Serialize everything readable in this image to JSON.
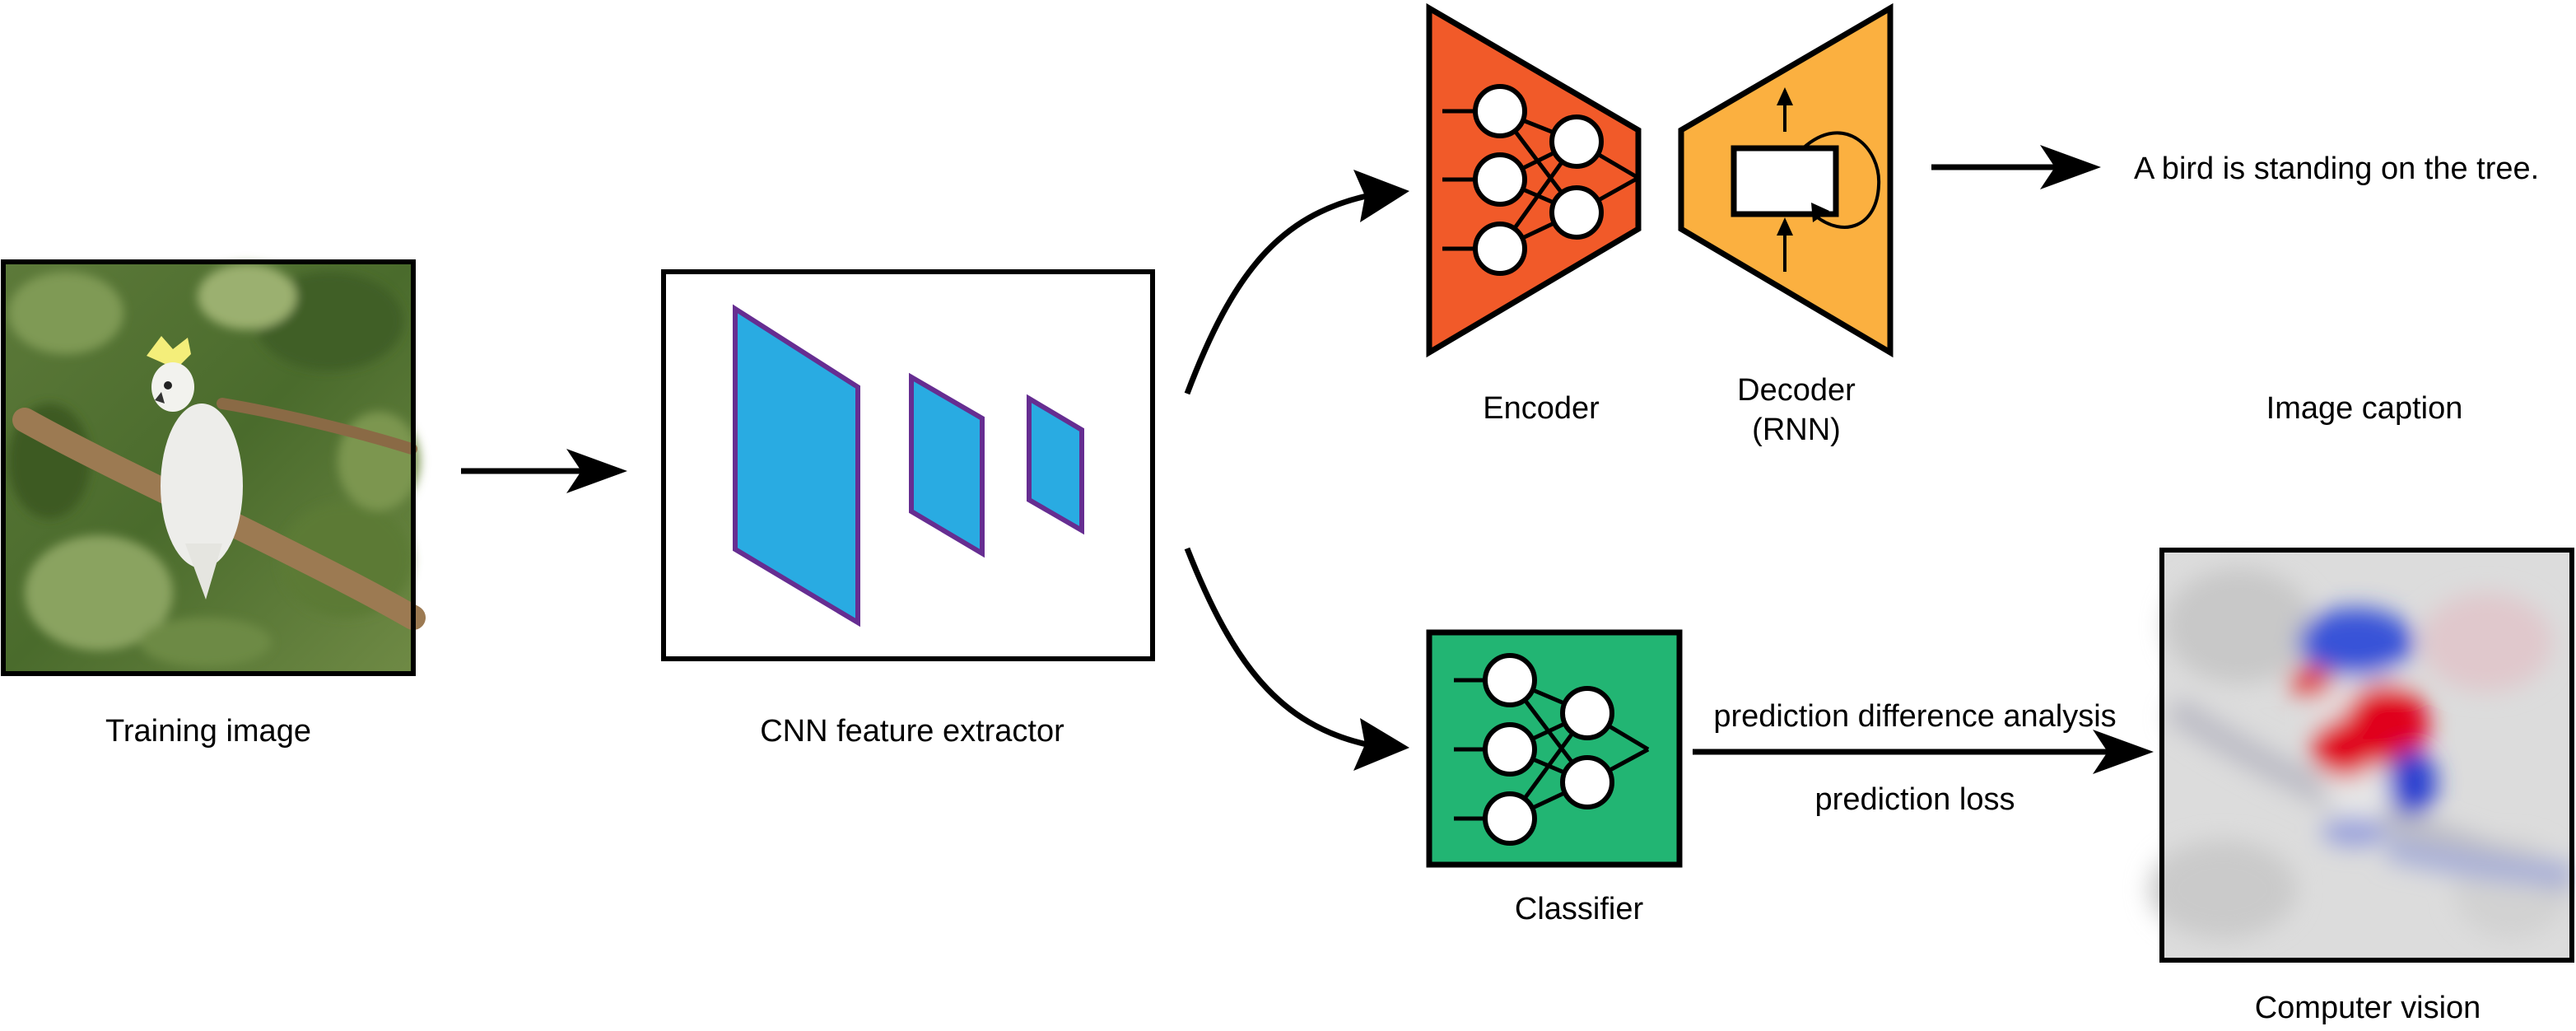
{
  "labels": {
    "training_image": "Training image",
    "cnn": "CNN feature extractor",
    "encoder": "Encoder",
    "decoder_line1": "Decoder",
    "decoder_line2": "(RNN)",
    "caption_text": "A bird is standing on the tree.",
    "image_caption": "Image caption",
    "classifier": "Classifier",
    "arrow_top_label": "prediction difference analysis",
    "arrow_bottom_label": "prediction loss",
    "computer_vision": "Computer vision"
  },
  "colors": {
    "encoder": "#f15a29",
    "decoder": "#fbb040",
    "classifier": "#22b573",
    "feature_map_fill": "#29abe2",
    "feature_map_stroke": "#662d91",
    "heatmap_positive": "#e0001a",
    "heatmap_negative": "#1f3fd6"
  }
}
